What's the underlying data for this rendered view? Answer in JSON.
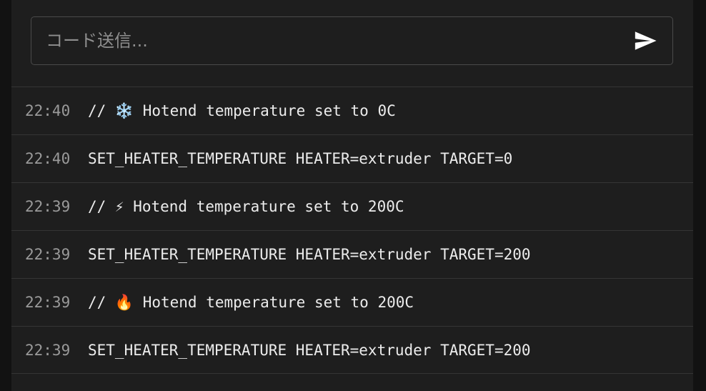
{
  "console": {
    "input": {
      "placeholder": "コード送信..."
    },
    "send_icon": "send-icon",
    "entries": [
      {
        "time": "22:40",
        "text": "// ❄️ Hotend temperature set to 0C"
      },
      {
        "time": "22:40",
        "text": "SET_HEATER_TEMPERATURE HEATER=extruder TARGET=0"
      },
      {
        "time": "22:39",
        "text": "// ⚡ Hotend temperature set to 200C"
      },
      {
        "time": "22:39",
        "text": "SET_HEATER_TEMPERATURE HEATER=extruder TARGET=200"
      },
      {
        "time": "22:39",
        "text": "// 🔥 Hotend temperature set to 200C"
      },
      {
        "time": "22:39",
        "text": "SET_HEATER_TEMPERATURE HEATER=extruder TARGET=200"
      }
    ]
  }
}
